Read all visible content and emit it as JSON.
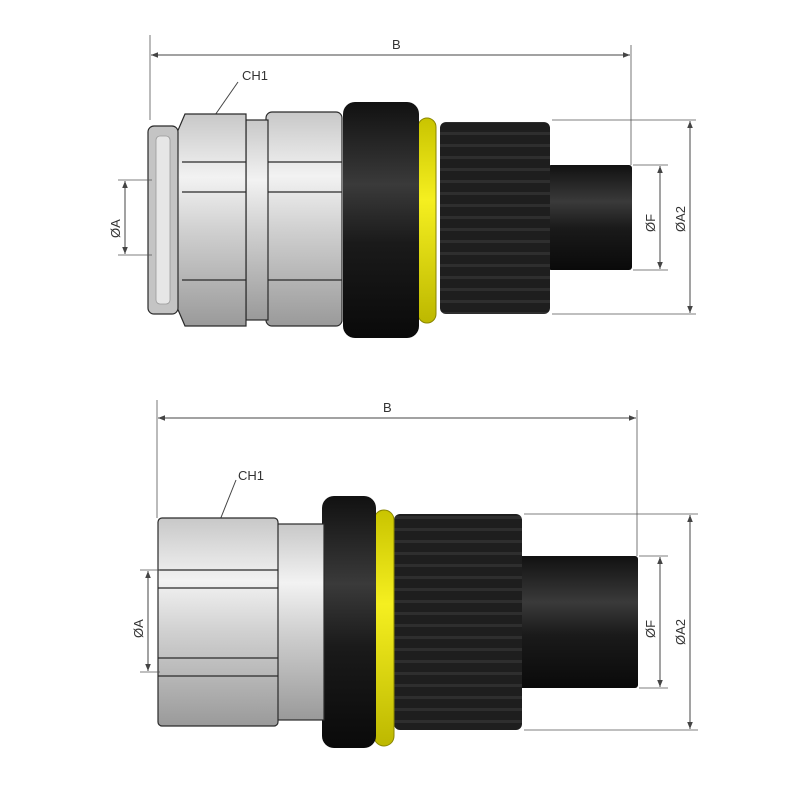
{
  "colors": {
    "metal_light": "#d9d9d9",
    "metal_mid": "#b8b8b8",
    "metal_dark": "#8c8c8c",
    "black_part": "#1c1c1c",
    "oring": "#e8e000",
    "dim_line": "#444444"
  },
  "views": [
    {
      "labels": {
        "length": "B",
        "hex": "CH1",
        "bore": "ØA",
        "nose": "ØF",
        "thread": "ØA2"
      }
    },
    {
      "labels": {
        "length": "B",
        "hex": "CH1",
        "bore": "ØA",
        "nose": "ØF",
        "thread": "ØA2"
      }
    }
  ]
}
